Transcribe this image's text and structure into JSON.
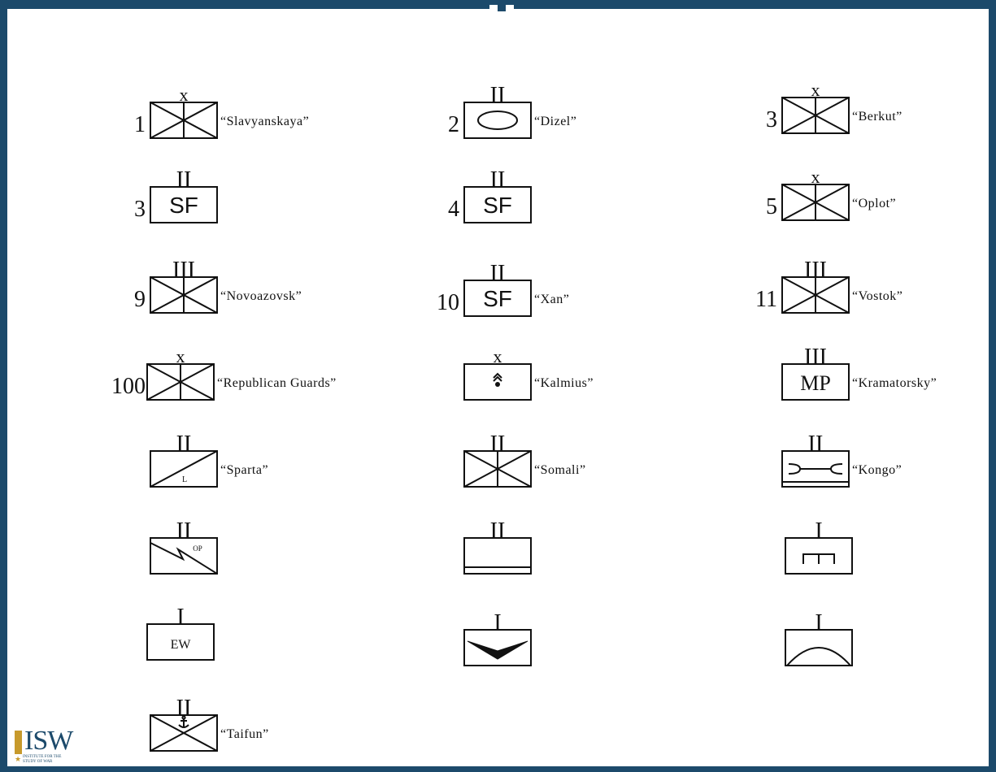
{
  "colors": {
    "frame": "#1c4a6b",
    "logo_gold": "#c79a2c",
    "ink": "#111111"
  },
  "logo": {
    "text": "ISW",
    "subtitle_line1": "INSTITUTE FOR THE",
    "subtitle_line2": "STUDY OF WAR"
  },
  "units": [
    {
      "number": "1",
      "echelon": "x",
      "type": "infantry",
      "name": "“Slavyanskaya”"
    },
    {
      "number": "2",
      "echelon": "II",
      "type": "armor",
      "name": "“Dizel”"
    },
    {
      "number": "3",
      "echelon": "x",
      "type": "infantry",
      "name": "“Berkut”"
    },
    {
      "number": "3",
      "echelon": "II",
      "type": "special-forces",
      "inner": "SF",
      "name": ""
    },
    {
      "number": "4",
      "echelon": "II",
      "type": "special-forces",
      "inner": "SF",
      "name": ""
    },
    {
      "number": "5",
      "echelon": "x",
      "type": "infantry",
      "name": "“Oplot”"
    },
    {
      "number": "9",
      "echelon": "III",
      "type": "infantry",
      "name": "“Novoazovsk”"
    },
    {
      "number": "10",
      "echelon": "II",
      "type": "special-forces",
      "inner": "SF",
      "name": "“Xan”"
    },
    {
      "number": "11",
      "echelon": "III",
      "type": "infantry",
      "name": "“Vostok”"
    },
    {
      "number": "100",
      "echelon": "x",
      "type": "infantry",
      "name": "“Republican Guards”"
    },
    {
      "number": "",
      "echelon": "x",
      "type": "airborne-mark",
      "name": "“Kalmius”"
    },
    {
      "number": "",
      "echelon": "III",
      "type": "military-police",
      "inner": "MP",
      "name": "“Kramatorsky”"
    },
    {
      "number": "",
      "echelon": "II",
      "type": "cavalry",
      "inner": "L",
      "name": "“Sparta”"
    },
    {
      "number": "",
      "echelon": "II",
      "type": "infantry",
      "name": "“Somali”"
    },
    {
      "number": "",
      "echelon": "II",
      "type": "engineer-bridge",
      "name": "“Kongo”"
    },
    {
      "number": "",
      "echelon": "II",
      "type": "signal",
      "inner": "OP",
      "name": ""
    },
    {
      "number": "",
      "echelon": "II",
      "type": "motorized-base",
      "name": ""
    },
    {
      "number": "",
      "echelon": "I",
      "type": "engineer",
      "name": ""
    },
    {
      "number": "",
      "echelon": "I",
      "type": "electronic-warfare",
      "inner": "EW",
      "name": ""
    },
    {
      "number": "",
      "echelon": "I",
      "type": "chevron",
      "name": ""
    },
    {
      "number": "",
      "echelon": "I",
      "type": "air-defense",
      "name": ""
    },
    {
      "number": "",
      "echelon": "II",
      "type": "infantry-anchor",
      "name": "“Taifun”"
    }
  ]
}
